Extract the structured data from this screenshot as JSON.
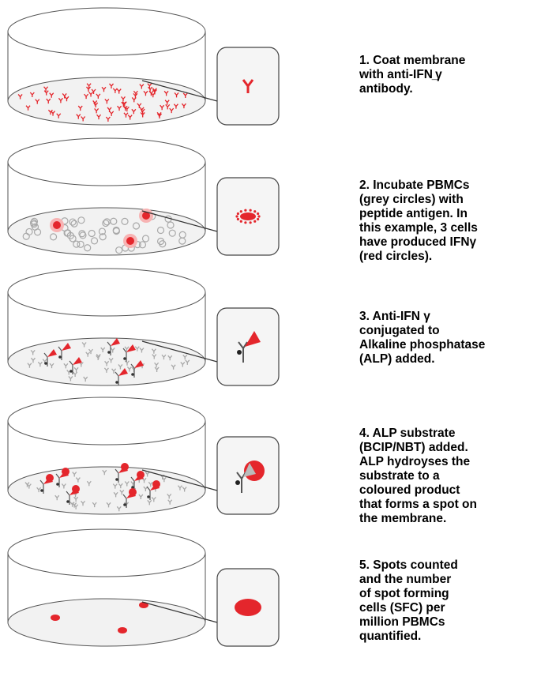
{
  "steps": [
    {
      "number": "1",
      "text": "1. Coat membrane\nwith anti-IFN ̲γ\nantibody.",
      "inset": "antibody-y"
    },
    {
      "number": "2",
      "text": "2. Incubate PBMCs\n(grey circles) with\npeptide antigen. In\nthis example, 3 cells\nhave produced IFNγ\n(red circles).",
      "inset": "cytokine-cloud"
    },
    {
      "number": "3",
      "text": "3.  Anti-IFN γ\nconjugated  to\nAlkaline phosphatase\n(ALP) added.",
      "inset": "antibody-alp-conjugate"
    },
    {
      "number": "4",
      "text": "4. ALP substrate\n(BCIP/NBT) added.\nALP hydroyses the\nsubstrate to a\ncoloured product\nthat forms a spot on\nthe membrane.",
      "inset": "alp-with-product"
    },
    {
      "number": "5",
      "text": "5. Spots counted\nand the number\nof spot forming\ncells (SFC) per\nmillion PBMCs\nquantified.",
      "inset": "red-spot"
    }
  ],
  "colors": {
    "red": "#e4262c",
    "grey": "#a8a8a8",
    "dish_floor": "#f2f2f2",
    "outline": "#555555"
  }
}
